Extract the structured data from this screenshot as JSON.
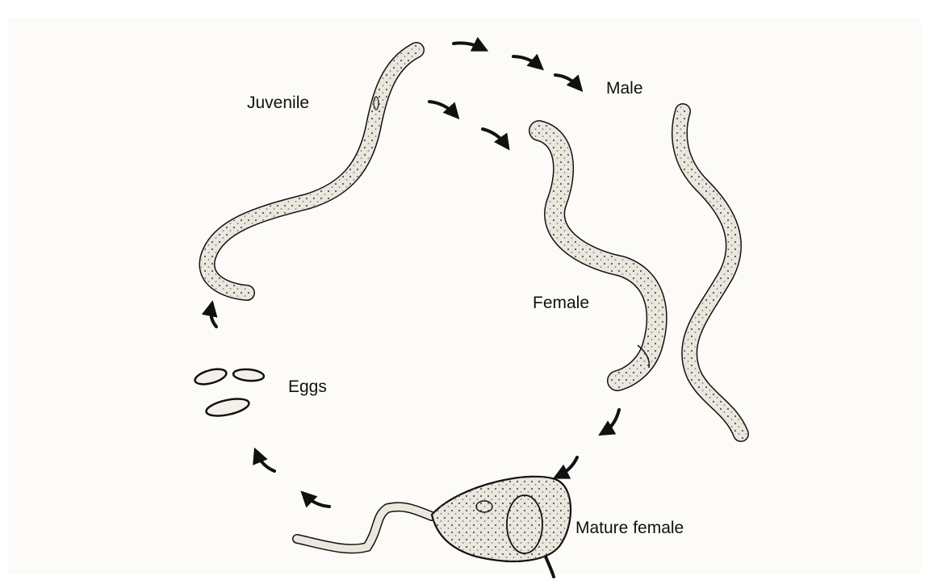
{
  "labels": {
    "juvenile": "Juvenile",
    "male": "Male",
    "female": "Female",
    "eggs": "Eggs",
    "mature_female": "Mature female"
  },
  "colors": {
    "background": "#ffffff",
    "panel": "#fdfbf8",
    "ink": "#111111",
    "body_fill": "#ebe7de"
  },
  "icons": {
    "arrow": "curved-arrow-icon",
    "egg": "egg-icon",
    "nematode": "nematode-icon"
  }
}
